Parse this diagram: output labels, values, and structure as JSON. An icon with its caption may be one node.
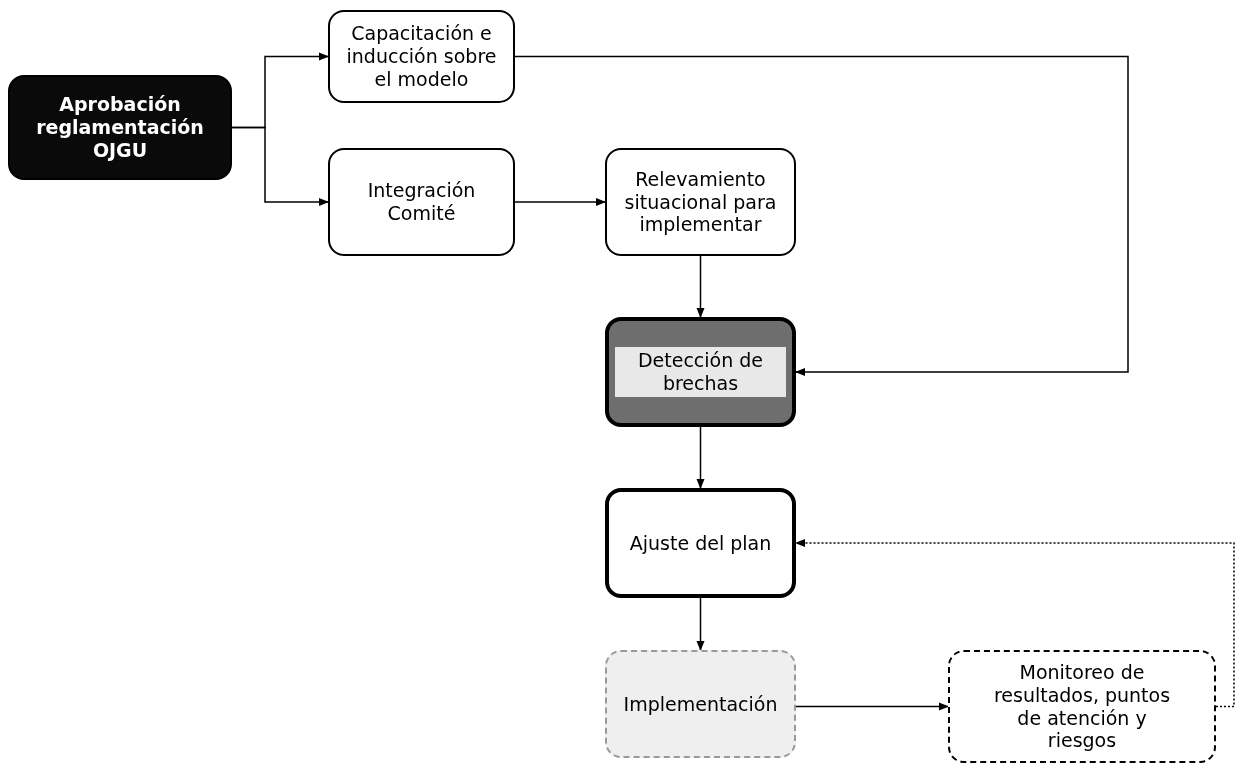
{
  "diagram": {
    "nodes": [
      {
        "text": [
          "Aprobación reglamentación OJGU"
        ]
      },
      {
        "text": [
          "Capacitación e inducción sobre el modelo"
        ]
      },
      {
        "text": [
          "Integración Comité"
        ]
      },
      {
        "text": [
          "Relevamiento situacional para implementar"
        ]
      },
      {
        "text": [
          "Detección de brechas"
        ]
      },
      {
        "text": [
          "Ajuste del plan"
        ]
      },
      {
        "text": [
          "Implementación"
        ]
      },
      {
        "text": [
          "Monitoreo de resultados, puntos de atención y riesgos"
        ]
      }
    ],
    "edges": [
      {
        "from": 0,
        "to": 1,
        "arrow": "to"
      },
      {
        "from": 0,
        "to": 2,
        "arrow": "to"
      },
      {
        "from": 1,
        "to": 4,
        "arrow": "to"
      },
      {
        "from": 2,
        "to": 3,
        "arrow": "to"
      },
      {
        "from": 3,
        "to": 4,
        "arrow": "to"
      },
      {
        "from": 4,
        "to": 5,
        "arrow": "to"
      },
      {
        "from": 5,
        "to": 6,
        "arrow": "to"
      },
      {
        "from": 6,
        "to": 7,
        "arrow": "to"
      },
      {
        "from": 7,
        "to": 5,
        "arrow": "to",
        "style": "dashed"
      }
    ]
  }
}
